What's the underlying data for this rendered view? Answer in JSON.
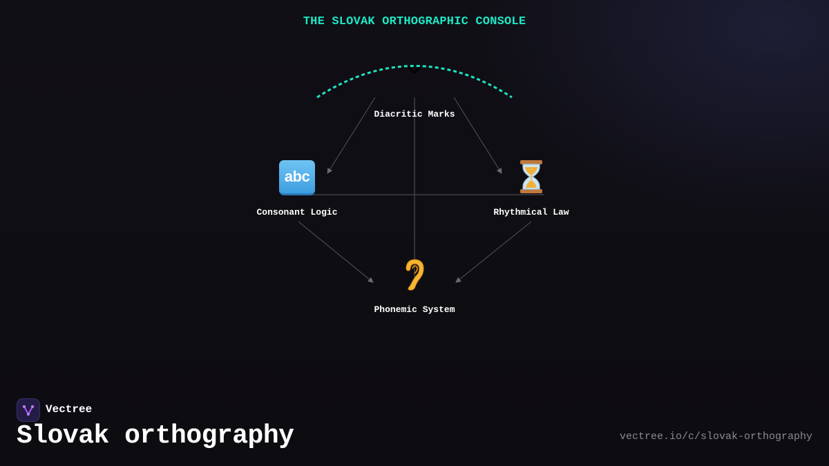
{
  "header": {
    "title": "THE SLOVAK ORTHOGRAPHIC CONSOLE"
  },
  "diagram": {
    "nodes": [
      {
        "id": "top",
        "label": "Diacritic Marks",
        "icon": "chevron-down-icon"
      },
      {
        "id": "left",
        "label": "Consonant Logic",
        "icon": "abc-icon",
        "icon_text": "abc"
      },
      {
        "id": "right",
        "label": "Rhythmical Law",
        "icon": "hourglass-icon"
      },
      {
        "id": "bottom",
        "label": "Phonemic System",
        "icon": "ear-icon"
      }
    ],
    "edges": [
      {
        "from": "top",
        "to": "left"
      },
      {
        "from": "top",
        "to": "right"
      },
      {
        "from": "left",
        "to": "bottom"
      },
      {
        "from": "right",
        "to": "bottom"
      }
    ],
    "colors": {
      "accent": "#1ee6c4",
      "connector": "#55555c"
    }
  },
  "footer": {
    "brand": "Vectree",
    "heading": "Slovak orthography",
    "url": "vectree.io/c/slovak-orthography"
  }
}
